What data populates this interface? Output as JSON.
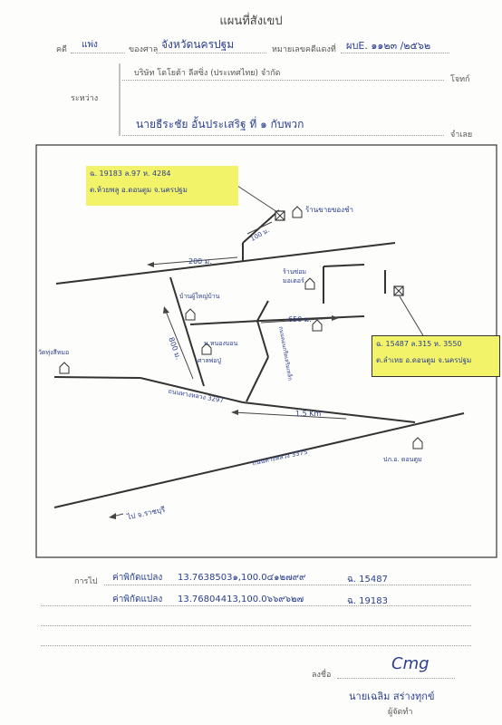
{
  "header": {
    "title": "แผนที่สังเขป",
    "case_label": "คดี",
    "case_type": "แพ่ง",
    "court_label": "ของศาล",
    "court_name": "จังหวัดนครปฐม",
    "black_no_label": "หมายเลขคดีแดงที่",
    "black_no_value": "ผบE. ๑๑๒๓ /๒๕๖๒"
  },
  "parties": {
    "between_label": "ระหว่าง",
    "plaintiff": "บริษัท โตโยต้า ลีสซิ่ง (ประเทศไทย) จำกัด",
    "plaintiff_role": "โจทก์",
    "defendant": "นายธีระชัย อั้นประเสริฐ ที่ ๑ กับพวก",
    "defendant_role": "จำเลย"
  },
  "map": {
    "note1_line1": "ฉ. 19183 ล.97 ห. 4284",
    "note1_line2": "ต.ห้วยพลู อ.ดอนตูม จ.นครปฐม",
    "note2_line1": "ฉ. 15487 ล.315 ห. 3550",
    "note2_line2": "ต.ลำเหย อ.ดอนตูม จ.นครปฐม",
    "dist_200": "200 ม.",
    "dist_100": "100 ม.",
    "dist_800": "800 ม.",
    "dist_650": "650 ม.",
    "dist_1_5": "1.5 Km",
    "shop1": "ร้านขายของชำ",
    "shop2": "ร้านซ่อมมอเตอร์",
    "house1": "บ้านผู้ใหญ่บ้าน",
    "house2": "ศาลพ่อปู่",
    "village": "ม.หนองบอน",
    "temple": "วัดทุ่งสีหมอ",
    "road3297": "ถนนทางหลวง 3297",
    "road3375": "ถนนทางหลวง 3375",
    "road_local": "ถนนคอนกรีตเสริมเหล็ก",
    "district_office": "ปภ.อ. ดอนตูม",
    "to_ratchaburi": "ไป จ.ราชบุรี"
  },
  "coords": {
    "label": "การไป",
    "coord1_label": "ค่าพิกัดแปลง",
    "coord1_value": "13.7638503๑,100.0๔๑๒๗๙๙",
    "coord1_deed": "ฉ. 15487",
    "coord2_label": "ค่าพิกัดแปลง",
    "coord2_value": "13.76804413,100.0๖๖๙๖๒๗",
    "coord2_deed": "ฉ. 19183"
  },
  "signature": {
    "sign_label": "ลงชื่อ",
    "signature_glyph": "Cmg",
    "name": "นายเฉลิม สร่างทุกข์",
    "role": "ผู้จัดทำ"
  }
}
